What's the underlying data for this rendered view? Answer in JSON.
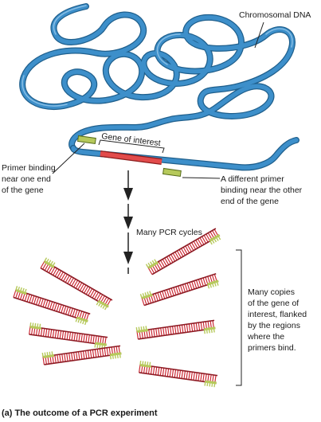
{
  "labels": {
    "chromosomal_dna": "Chromosomal DNA",
    "gene_of_interest": "Gene of interest",
    "primer_left": [
      "Primer binding",
      "near one end",
      "of the gene"
    ],
    "primer_right": [
      "A different primer",
      "binding near the other",
      "end of the gene"
    ],
    "pcr_cycles": "Many PCR cycles",
    "copies": [
      "Many copies",
      "of the gene of",
      "interest, flanked",
      "by the regions",
      "where the",
      "primers bind."
    ],
    "caption_prefix": "(a)",
    "caption_text": "The outcome of a PCR experiment"
  },
  "colors": {
    "dna": "#3d8fca",
    "dna_dark": "#1f5f8c",
    "gene": "#e24b4b",
    "primer": "#b6c95b",
    "copy_strand": "#cc2b36",
    "arrow": "#222222"
  },
  "copy_count": 8
}
